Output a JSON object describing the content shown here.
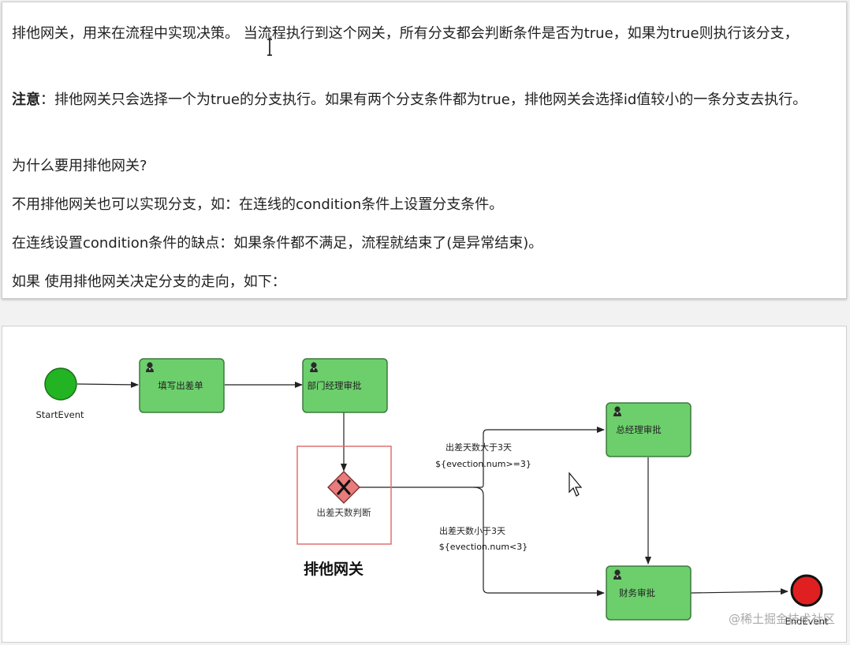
{
  "article": {
    "para1": "排他网关，用来在流程中实现决策。 当流程执行到这个网关，所有分支都会判断条件是否为true，如果为true则执行该分支，",
    "note_label": "注意",
    "note_text": "：排他网关只会选择一个为true的分支执行。如果有两个分支条件都为true，排他网关会选择id值较小的一条分支去执行。",
    "question": "为什么要用排他网关?",
    "para3": "不用排他网关也可以实现分支，如：在连线的condition条件上设置分支条件。",
    "para4": "在连线设置condition条件的缺点：如果条件都不满足，流程就结束了(是异常结束)。",
    "para5": "如果 使用排他网关决定分支的走向，如下："
  },
  "diagram": {
    "start_event_label": "StartEvent",
    "end_event_label": "EndEvent",
    "task_fill_out": "填写出差单",
    "task_dept_approve": "部门经理审批",
    "task_gm_approve": "总经理审批",
    "task_finance_approve": "财务审批",
    "gateway_label": "出差天数判断",
    "gateway_caption": "排他网关",
    "cond_upper_label": "出差天数大于3天",
    "cond_upper_expr": "${evection.num>=3}",
    "cond_lower_label": "出差天数小于3天",
    "cond_lower_expr": "${evection.num<3}",
    "watermark": "@稀土掘金技术社区",
    "colors": {
      "task_fill": "#6ccf6c",
      "task_stroke": "#3d7a3d",
      "start_fill": "#22b422",
      "end_fill": "#e02020",
      "gateway_fill": "#e87b7b",
      "highlight_box": "#e07070"
    }
  }
}
